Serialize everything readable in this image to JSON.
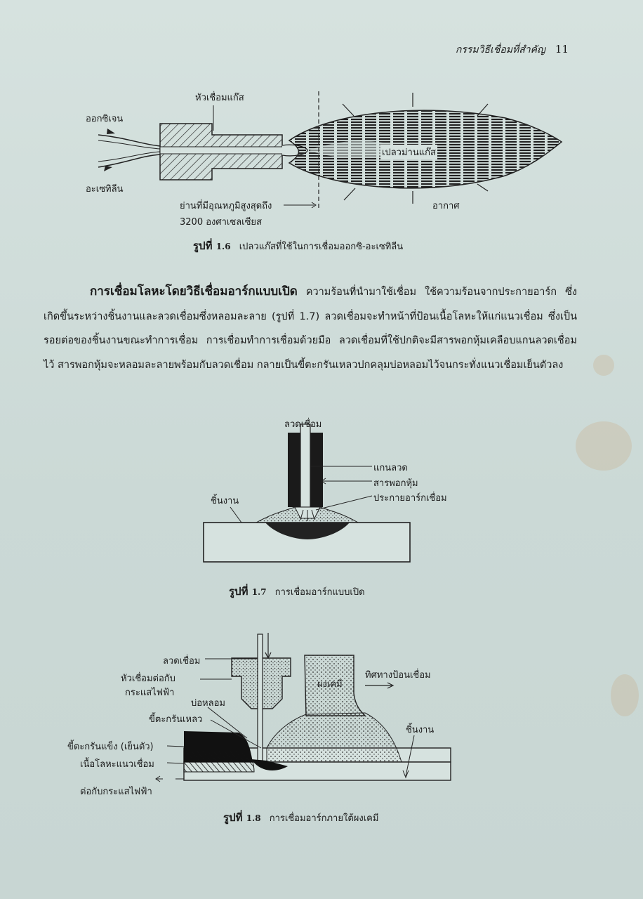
{
  "header": {
    "chapter_title": "กรรมวิธีเชื่อมที่สำคัญ",
    "page_number": "11"
  },
  "figure_1_6": {
    "labels": {
      "torch_tip": "หัวเชื่อมแก๊ส",
      "oxygen": "ออกซิเจน",
      "acetylene": "อะเซทิลีน",
      "flame_envelope": "เปลวม่านแก๊ส",
      "max_temp_zone": "ย่านที่มีอุณหภูมิสูงสุดถึง",
      "temp_value": "3200 องศาเซลเซียส",
      "air": "อากาศ"
    },
    "caption": {
      "prefix": "รูปที่",
      "number": "1.6",
      "text": "เปลวแก๊สที่ใช้ในการเชื่อมออกซิ-อะเซทิลีน"
    }
  },
  "section": {
    "heading": "การเชื่อมโลหะโดยวิธีเชื่อมอาร์กแบบเปิด",
    "body": "ความร้อนที่นำมาใช้เชื่อม ใช้ความร้อนจากประกายอาร์ก ซึ่งเกิดขึ้นระหว่างชิ้นงานและลวดเชื่อมซึ่งหลอมละลาย (รูปที่ 1.7) ลวดเชื่อมจะทำหน้าที่ป้อนเนื้อโลหะให้แก่แนวเชื่อม ซึ่งเป็นรอยต่อของชิ้นงานขณะทำการเชื่อม การเชื่อมทำการเชื่อมด้วยมือ ลวดเชื่อมที่ใช้ปกติจะมีสารพอกหุ้มเคลือบแกนลวดเชื่อมไว้ สารพอกหุ้มจะหลอมละลายพร้อมกับลวดเชื่อม กลายเป็นขี้ตะกรันเหลวปกคลุมบ่อหลอมไว้จนกระทั่งแนวเชื่อมเย็นตัวลง"
  },
  "figure_1_7": {
    "labels": {
      "electrode": "ลวดเชื่อม",
      "core_wire": "แกนลวด",
      "coating": "สารพอกหุ้ม",
      "arc": "ประกายอาร์กเชื่อม",
      "workpiece": "ชิ้นงาน"
    },
    "caption": {
      "prefix": "รูปที่",
      "number": "1.7",
      "text": "การเชื่อมอาร์กแบบเปิด"
    }
  },
  "figure_1_8": {
    "labels": {
      "electrode": "ลวดเชื่อม",
      "contact_tip_1": "หัวเชื่อมต่อกับ",
      "contact_tip_2": "กระแสไฟฟ้า",
      "weld_pool": "บ่อหลอม",
      "molten_slag": "ขี้ตะกรันเหลว",
      "solid_slag": "ขี้ตะกรันแข็ง (เย็นตัว)",
      "weld_metal": "เนื้อโลหะแนวเชื่อม",
      "current_connection": "ต่อกับกระแสไฟฟ้า",
      "flux": "ผงเคมี",
      "feed_direction": "ทิศทางป้อนเชื่อม",
      "workpiece": "ชิ้นงาน"
    },
    "caption": {
      "prefix": "รูปที่",
      "number": "1.8",
      "text": "การเชื่อมอาร์กภายใต้ผงเคมี"
    }
  }
}
